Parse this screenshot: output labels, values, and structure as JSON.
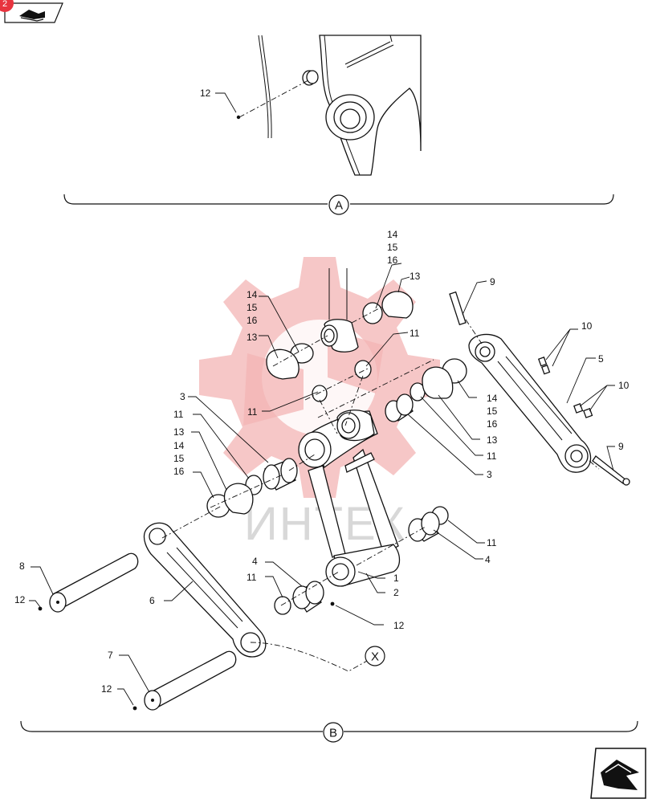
{
  "nav": {
    "page_badge": "2",
    "back_icon": "hand-pointing-left-icon",
    "forward_icon": "hand-pointing-right-icon"
  },
  "watermark": {
    "text": "ИНТЕК",
    "color": "#f3b4b4"
  },
  "sections": {
    "a": "A",
    "b": "B",
    "x": "X"
  },
  "labels": {
    "c12": "12",
    "c14": "14",
    "c15": "15",
    "c16": "16",
    "c13": "13",
    "c11": "11",
    "c9": "9",
    "c10": "10",
    "c5": "5",
    "c3": "3",
    "c4": "4",
    "c1": "1",
    "c2": "2",
    "c6": "6",
    "c7": "7",
    "c8": "8"
  },
  "colors": {
    "badge": "#e8343f",
    "line": "#111111",
    "watermark": "#f3b4b4"
  }
}
